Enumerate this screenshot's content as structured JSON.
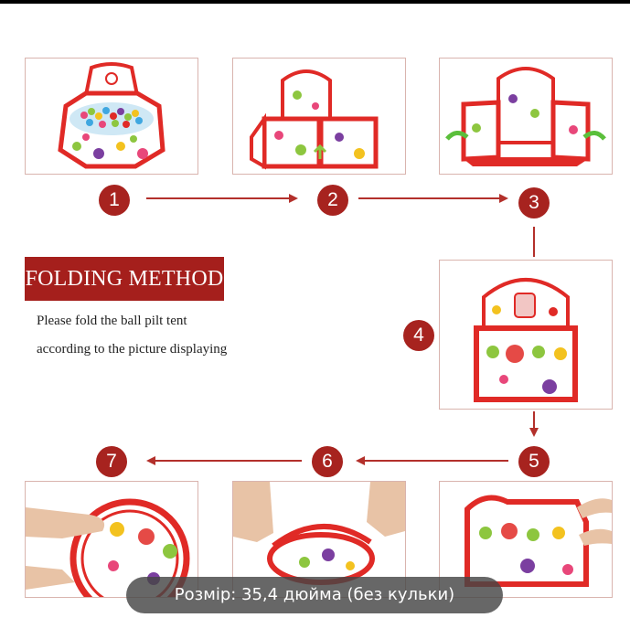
{
  "banner": {
    "title": "FOLDING METHOD"
  },
  "instructions": {
    "line1": "Please fold the ball pilt tent",
    "line2": "according to the picture displaying"
  },
  "steps": [
    {
      "number": "1"
    },
    {
      "number": "2"
    },
    {
      "number": "3"
    },
    {
      "number": "4"
    },
    {
      "number": "5"
    },
    {
      "number": "6"
    },
    {
      "number": "7"
    }
  ],
  "caption": {
    "text": "Розмір: 35,4 дюйма (без кульки)"
  },
  "colors": {
    "accent": "#a7231f",
    "tent_red": "#e02a26",
    "dot_green": "#8dc63f",
    "dot_purple": "#7b3fa0",
    "dot_yellow": "#f3c21f",
    "dot_pink": "#e8477a"
  }
}
